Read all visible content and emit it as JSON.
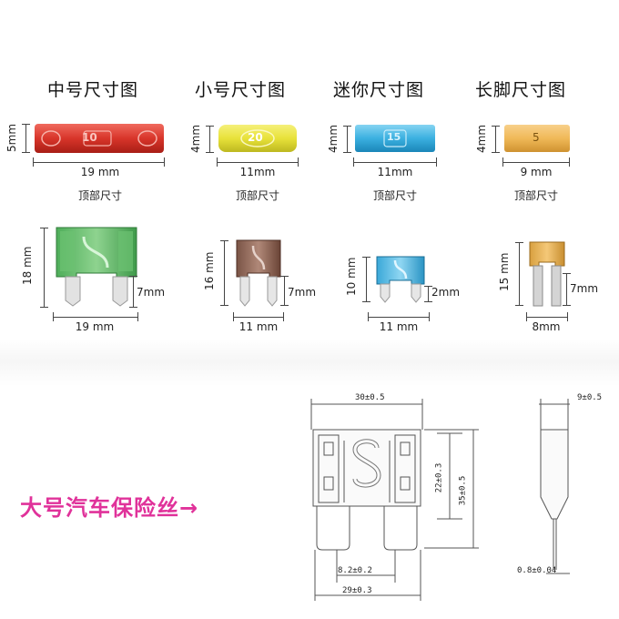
{
  "titles": {
    "medium": "中号尺寸图",
    "small": "小号尺寸图",
    "mini": "迷你尺寸图",
    "longleg": "长脚尺寸图"
  },
  "top_dims": {
    "medium": {
      "height": "5mm",
      "width": "19 mm",
      "sub": "顶部尺寸",
      "text": "10"
    },
    "small": {
      "height": "4mm",
      "width": "11mm",
      "sub": "顶部尺寸",
      "text": "20"
    },
    "mini": {
      "height": "4mm",
      "width": "11mm",
      "sub": "顶部尺寸",
      "text": "15"
    },
    "longleg": {
      "height": "4mm",
      "width": "9 mm",
      "sub": "顶部尺寸",
      "text": "5"
    }
  },
  "side_dims": {
    "medium": {
      "height": "18 mm",
      "leg": "7mm",
      "width": "19 mm"
    },
    "small": {
      "height": "16 mm",
      "leg": "7mm",
      "width": "11 mm"
    },
    "mini": {
      "height": "10 mm",
      "leg": "2mm",
      "width": "11 mm"
    },
    "longleg": {
      "height": "15 mm",
      "leg": "7mm",
      "width": "8mm"
    }
  },
  "large": {
    "label": "大号汽车保险丝→",
    "dim_top": "30±0.5",
    "dim_inner_h": "22±0.3",
    "dim_total_h": "35±0.5",
    "dim_gap": "8.2±0.2",
    "dim_width": "29±0.3",
    "dim_side_top": "9±0.5",
    "dim_side_bottom": "0.8±0.04"
  },
  "colors": {
    "medium": "#d8352a",
    "small": "#e8e23a",
    "mini": "#3bb0e0",
    "longleg": "#f0b958",
    "accent": "#e0329a"
  }
}
